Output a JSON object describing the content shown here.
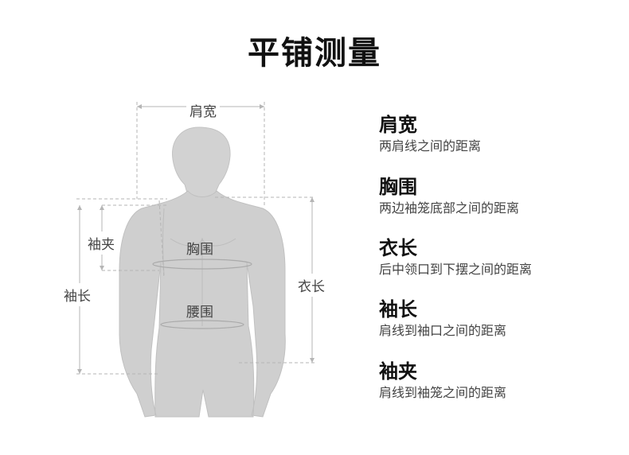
{
  "title": "平铺测量",
  "figure": {
    "labels": {
      "shoulder": "肩宽",
      "armhole": "袖夹",
      "sleeve": "袖长",
      "chest": "胸围",
      "waist": "腰围",
      "length": "衣长"
    }
  },
  "legend": [
    {
      "term": "肩宽",
      "desc": "两肩线之间的距离"
    },
    {
      "term": "胸围",
      "desc": "两边袖笼底部之间的距离"
    },
    {
      "term": "衣长",
      "desc": "后中领口到下摆之间的距离"
    },
    {
      "term": "袖长",
      "desc": "肩线到袖口之间的距离"
    },
    {
      "term": "袖夹",
      "desc": "肩线到袖笼之间的距离"
    }
  ],
  "colors": {
    "body_fill": "#cfcfcf",
    "body_stroke": "#bdbdbd",
    "guide_line": "#b5b5b5",
    "text": "#444444",
    "heading": "#111111"
  }
}
